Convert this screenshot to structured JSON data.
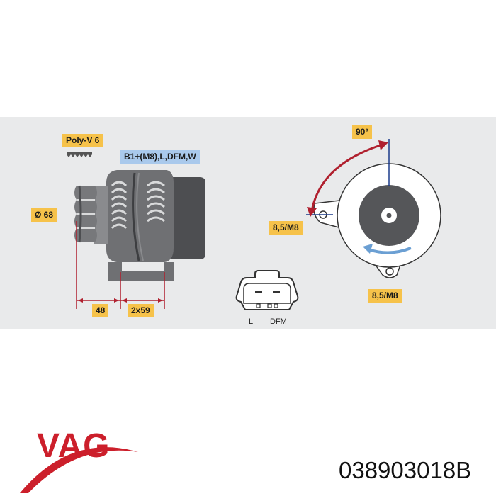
{
  "diagram": {
    "labels": {
      "belt": "Poly-V 6",
      "terminals": "B1+(M8),L,DFM,W",
      "pulley_diameter": "Ø 68",
      "dim_48": "48",
      "dim_2x59": "2x59",
      "angle": "90°",
      "mount_top": "8,5/M8",
      "mount_bottom": "8,5/M8",
      "pin_l": "L",
      "pin_dfm": "DFM"
    },
    "colors": {
      "label_bg": "#f6c24a",
      "terminal_bg": "#a9c9ec",
      "arrow_red": "#b0202e",
      "rotation_blue": "#6b9fd3",
      "body_gray": "#6f7073"
    }
  },
  "footer": {
    "brand": "VAG",
    "part_number": "038903018B"
  }
}
